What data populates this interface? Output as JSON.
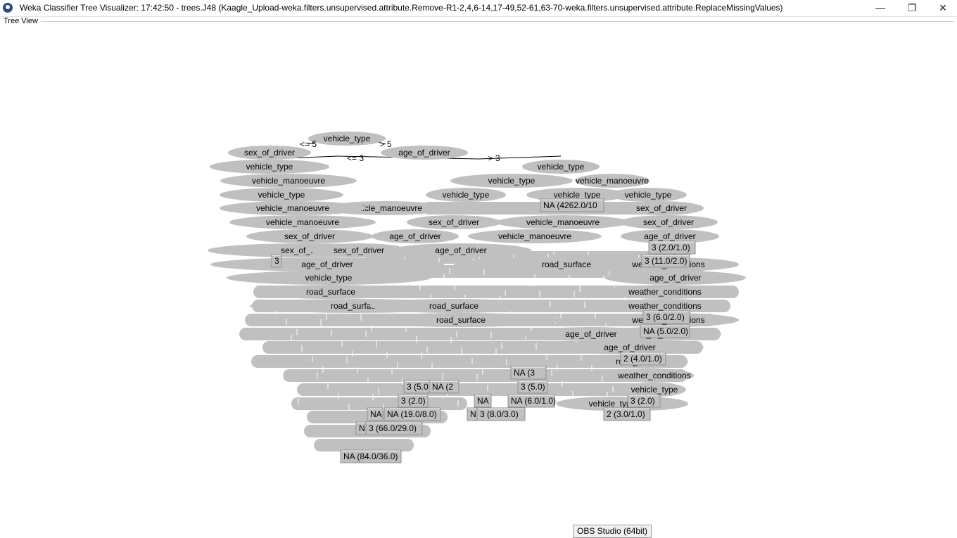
{
  "window": {
    "title": "Weka Classifier Tree Visualizer: 17:42:50 - trees.J48 (Kaagle_Upload-weka.filters.unsupervised.attribute.Remove-R1-2,4,6-14,17-49,52-61,63-70-weka.filters.unsupervised.attribute.ReplaceMissingValues)",
    "icon": "weka-bird-icon",
    "controls": {
      "minimize": "—",
      "maximize": "❐",
      "close": "✕"
    }
  },
  "panel": {
    "label": "Tree View"
  },
  "colors": {
    "node": "#c0c0c0",
    "background": "#ffffff",
    "text": "#000000"
  },
  "tree": {
    "nodes": [
      {
        "label": "vehicle_type"
      },
      {
        "label": "sex_of_driver"
      },
      {
        "label": "age_of_driver"
      },
      {
        "label": "vehicle_type"
      },
      {
        "label": "vehicle_type"
      },
      {
        "label": "vehicle_manoeuvre"
      },
      {
        "label": "vehicle_type"
      },
      {
        "label": "vehicle_manoeuvre"
      },
      {
        "label": "vehicle_type"
      },
      {
        "label": "vehicle_type"
      },
      {
        "label": "vehicle_type"
      },
      {
        "label": "vehicle_type"
      },
      {
        "label": "vehicle_manoeuvre"
      },
      {
        "label": "sex_of_driver"
      },
      {
        "label": "vehicle_manoeuvre"
      },
      {
        "label": "vehicle_manoeuvre"
      },
      {
        "label": "sex_of_driver"
      },
      {
        "label": "sex_of_driver"
      },
      {
        "label": "age_of_driver"
      },
      {
        "label": "vehicle_manoeuvre"
      },
      {
        "label": "vehicle_manoeuvre"
      },
      {
        "label": "sex_of_driver"
      },
      {
        "label": "sex_of_driver"
      },
      {
        "label": "age_of_driver"
      },
      {
        "label": "sex_of_driver"
      },
      {
        "label": "age_of_driver"
      },
      {
        "label": "age_of_driver"
      },
      {
        "label": "road_surface"
      },
      {
        "label": "weather_conditions"
      },
      {
        "label": "age_of_driver"
      },
      {
        "label": "vehicle_type"
      },
      {
        "label": "road_surface"
      },
      {
        "label": "weather_conditions"
      },
      {
        "label": "road_surface"
      },
      {
        "label": "weather_conditions"
      },
      {
        "label": "road_surface"
      },
      {
        "label": "road_surface"
      },
      {
        "label": "weather_conditions"
      },
      {
        "label": "age_of_driver"
      },
      {
        "label": "age_of_driver"
      },
      {
        "label": "age_of_driver"
      },
      {
        "label": "road_surface"
      },
      {
        "label": "weather_conditions"
      },
      {
        "label": "vehicle_type"
      },
      {
        "label": "age_of_driver"
      },
      {
        "label": "vehicle_type"
      }
    ],
    "edges": [
      {
        "label": "<= 5"
      },
      {
        "label": "> 5"
      },
      {
        "label": "<= 3"
      },
      {
        "label": "> 3"
      }
    ],
    "leaves": [
      {
        "label": "NA (4262.0/10"
      },
      {
        "label": "3 (2.0/1.0)"
      },
      {
        "label": "3 (11.0/2.0)"
      },
      {
        "label": "3 (6.0/2.0)"
      },
      {
        "label": "NA (5.0/2.0)"
      },
      {
        "label": "2 (4.0/1.0)"
      },
      {
        "label": "3 (5.0"
      },
      {
        "label": "NA (2"
      },
      {
        "label": "3 (5.0)"
      },
      {
        "label": "3 (2.0)"
      },
      {
        "label": "NA (6.0/1.0)"
      },
      {
        "label": "3 (2.0)"
      },
      {
        "label": "NA (19.0/8.0)"
      },
      {
        "label": "3 (8.0/3.0)"
      },
      {
        "label": "2 (3.0/1.0)"
      },
      {
        "label": "3 (66.0/29.0)"
      },
      {
        "label": "NA (84.0/36.0)"
      },
      {
        "label": "NA (3"
      },
      {
        "label": "3"
      },
      {
        "label": "NA"
      },
      {
        "label": "N"
      },
      {
        "label": "N"
      },
      {
        "label": "NA"
      }
    ]
  },
  "taskbar_tooltip": {
    "label": "OBS Studio (64bit)"
  }
}
